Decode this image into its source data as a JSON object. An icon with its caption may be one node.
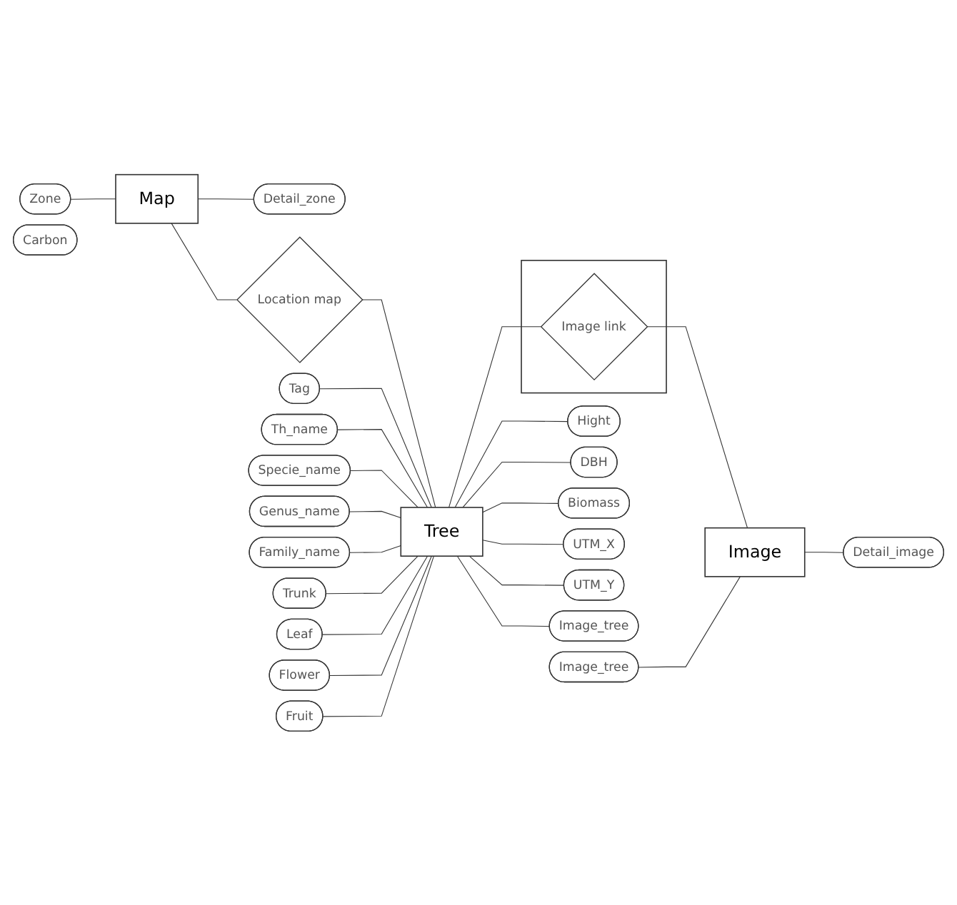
{
  "diagram": {
    "nodes": [
      {
        "text": [
          "Zone"
        ]
      },
      {
        "text": [
          "Map"
        ]
      },
      {
        "text": [
          "Detail_zone"
        ]
      },
      {
        "text": [
          "Location map"
        ]
      },
      {
        "text": [
          "Tag"
        ]
      },
      {
        "text": [
          "Th_name"
        ]
      },
      {
        "text": [
          "Specie_name"
        ]
      },
      {
        "text": [
          "Genus_name"
        ]
      },
      {
        "text": [
          "Family_name"
        ]
      },
      {
        "text": [
          "Trunk"
        ]
      },
      {
        "text": [
          "Leaf"
        ]
      },
      {
        "text": [
          "Flower"
        ]
      },
      {
        "text": [
          "Fruit"
        ]
      },
      {
        "text": [
          "Tree"
        ]
      },
      {
        "text": [
          "Hight"
        ]
      },
      {
        "text": [
          "DBH"
        ]
      },
      {
        "text": [
          "Biomass"
        ]
      },
      {
        "text": [
          "Carbon"
        ]
      },
      {
        "text": [
          "UTM_X"
        ]
      },
      {
        "text": [
          "UTM_Y"
        ]
      },
      {
        "text": [
          "Image_tree"
        ]
      },
      {
        "text": [],
        "shape": "box"
      },
      {
        "text": [
          "Image link"
        ],
        "in": 21
      },
      {
        "text": [
          "Image_tree"
        ]
      },
      {
        "text": [
          "Image"
        ]
      },
      {
        "text": [
          "Detail_image"
        ]
      }
    ],
    "edges": [
      {
        "from": 0,
        "to": 1,
        "arrow": "none"
      },
      {
        "from": 1,
        "to": 2,
        "arrow": "none"
      },
      {
        "from": 1,
        "to": 3,
        "arrow": "none"
      },
      {
        "from": 3,
        "to": 13,
        "arrow": "none"
      },
      {
        "from": 4,
        "to": 13,
        "arrow": "none"
      },
      {
        "from": 5,
        "to": 13,
        "arrow": "none"
      },
      {
        "from": 6,
        "to": 13,
        "arrow": "none"
      },
      {
        "from": 7,
        "to": 13,
        "arrow": "none"
      },
      {
        "from": 8,
        "to": 13,
        "arrow": "none"
      },
      {
        "from": 9,
        "to": 13,
        "arrow": "none"
      },
      {
        "from": 10,
        "to": 13,
        "arrow": "none"
      },
      {
        "from": 11,
        "to": 13,
        "arrow": "none"
      },
      {
        "from": 12,
        "to": 13,
        "arrow": "none"
      },
      {
        "from": 13,
        "to": 14,
        "arrow": "none"
      },
      {
        "from": 13,
        "to": 15,
        "arrow": "none"
      },
      {
        "from": 13,
        "to": 16,
        "arrow": "none"
      },
      {
        "from": 13,
        "to": 18,
        "arrow": "none"
      },
      {
        "from": 13,
        "to": 19,
        "arrow": "none"
      },
      {
        "from": 13,
        "to": 20,
        "arrow": "none"
      },
      {
        "from": 13,
        "to": 22,
        "arrow": "none"
      },
      {
        "from": 22,
        "to": 24,
        "arrow": "none"
      },
      {
        "from": 23,
        "to": 24,
        "arrow": "none"
      },
      {
        "from": 24,
        "to": 25,
        "arrow": "none"
      }
    ]
  }
}
